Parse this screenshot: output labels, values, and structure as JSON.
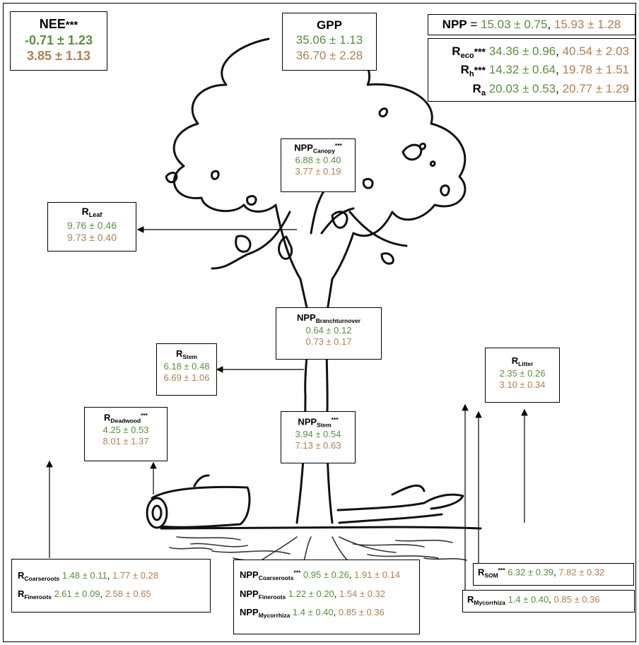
{
  "colors": {
    "scenario1": "#5a8f3b",
    "scenario2": "#b08050"
  },
  "nee": {
    "label": "NEE",
    "stars": "***",
    "v1": "-0.71 ± 1.23",
    "v2": "3.85 ± 1.13"
  },
  "gpp": {
    "label": "GPP",
    "v1": "35.06 ± 1.13",
    "v2": "36.70 ± 2.28"
  },
  "npp_total": {
    "label": "NPP",
    "eq": "=",
    "v1": "15.03 ± 0.75",
    "sep": ",",
    "v2": "15.93 ± 1.28"
  },
  "respiration": {
    "reco": {
      "base": "R",
      "sub": "eco",
      "stars": "***",
      "v1": "34.36 ± 0.96",
      "sep": ",",
      "v2": "40.54 ± 2.03"
    },
    "rh": {
      "base": "R",
      "sub": "h",
      "stars": "***",
      "v1": "14.32 ± 0.64",
      "sep": ",",
      "v2": "19.78 ± 1.51"
    },
    "ra": {
      "base": "R",
      "sub": "a",
      "stars": "",
      "v1": "20.03 ± 0.53",
      "sep": ",",
      "v2": "20.77 ± 1.29"
    }
  },
  "npp_canopy": {
    "base": "NPP",
    "sub": "Canopy",
    "stars": "***",
    "v1": "6.88 ± 0.40",
    "v2": "3.77 ± 0.19"
  },
  "r_leaf": {
    "base": "R",
    "sub": "Leaf",
    "v1": "9.76 ± 0.46",
    "v2": "9.73 ± 0.40"
  },
  "npp_branch": {
    "base": "NPP",
    "sub": "Branchturnover",
    "v1": "0.64 ± 0.12",
    "v2": "0.73 ± 0.17"
  },
  "r_stem": {
    "base": "R",
    "sub": "Stem",
    "v1": "6.18 ± 0.48",
    "v2": "6.69 ± 1.06"
  },
  "r_litter": {
    "base": "R",
    "sub": "Litter",
    "v1": "2.35 ± 0.26",
    "v2": "3.10 ± 0.34"
  },
  "r_deadwood": {
    "base": "R",
    "sub": "Deadwood",
    "stars": "***",
    "v1": "4.25 ± 0.53",
    "v2": "8.01 ± 1.37"
  },
  "npp_stem": {
    "base": "NPP",
    "sub": "Stem",
    "stars": "***",
    "v1": "3.94 ± 0.54",
    "v2": "7.13 ± 0.63"
  },
  "roots_r": {
    "coarse": {
      "base": "R",
      "sub": "Coarseroots",
      "v1": "1.48 ± 0.11",
      "sep": ",",
      "v2": "1.77 ± 0.28"
    },
    "fine": {
      "base": "R",
      "sub": "Fineroots",
      "v1": "2.61 ± 0.09",
      "sep": ",",
      "v2": "2.58 ± 0.65"
    }
  },
  "roots_npp": {
    "coarse": {
      "base": "NPP",
      "sub": "Coarseroots",
      "stars": "***",
      "v1": "0.95 ± 0.26",
      "sep": ",",
      "v2": "1.91 ± 0.14"
    },
    "fine": {
      "base": "NPP",
      "sub": "Fineroots",
      "stars": "",
      "v1": "1.22 ± 0.20",
      "sep": ",",
      "v2": "1.54 ± 0.32"
    },
    "myco": {
      "base": "NPP",
      "sub": "Mycorrhiza",
      "stars": "",
      "v1": "1.4 ± 0.40",
      "sep": ",",
      "v2": "0.85 ± 0.36"
    }
  },
  "r_som": {
    "base": "R",
    "sub": "SOM",
    "stars": "***",
    "v1": "6.32 ± 0.39",
    "sep": ",",
    "v2": "7.82 ± 0.32"
  },
  "r_myco": {
    "base": "R",
    "sub": "Mycorrhiza",
    "v1": "1.4 ± 0.40",
    "sep": ",",
    "v2": "0.85 ± 0.36"
  }
}
